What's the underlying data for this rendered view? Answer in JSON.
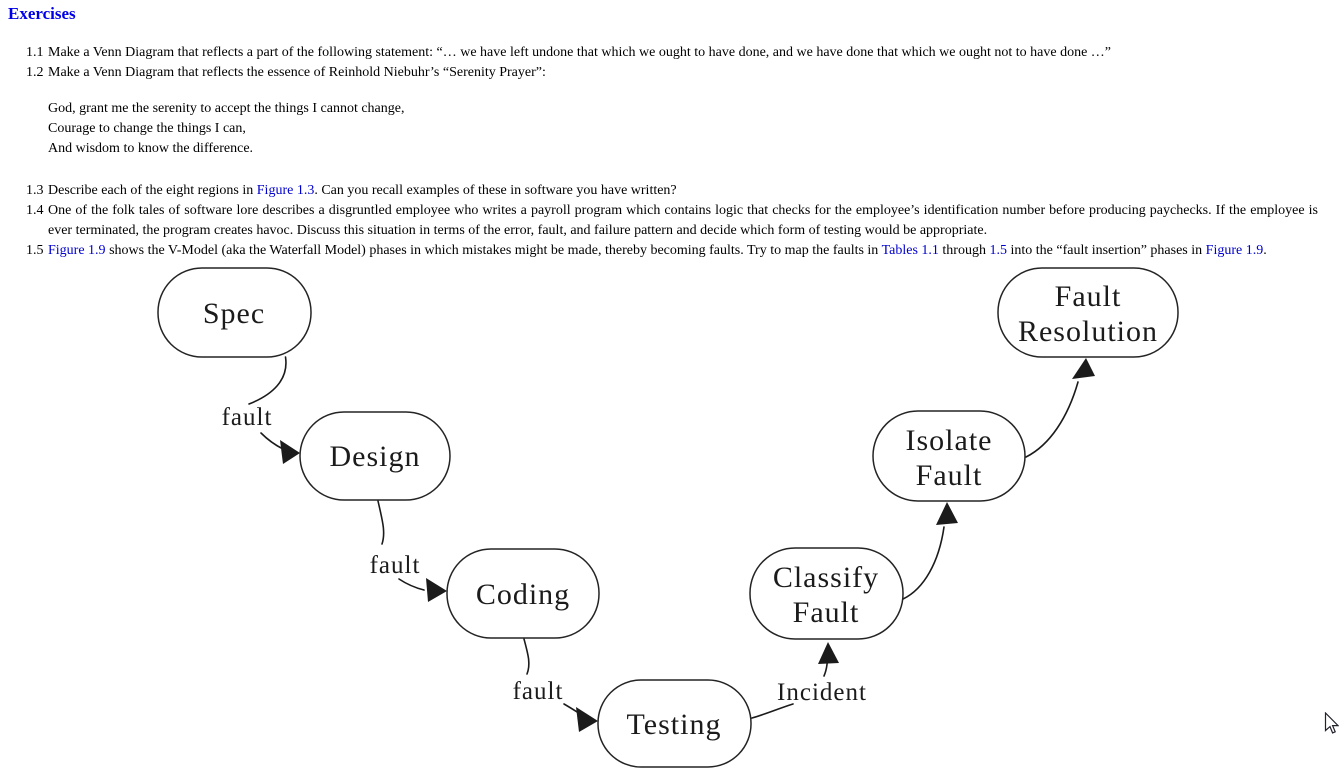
{
  "heading": {
    "text": "Exercises"
  },
  "exercises": {
    "e11": {
      "num": "1.1",
      "text": "Make a Venn Diagram that reflects a part of the following statement: “… we have left undone that which we ought to have done, and we have done that which we ought not to have done …”"
    },
    "e12": {
      "num": "1.2",
      "text": "Make a Venn Diagram that reflects the essence of Reinhold Niebuhr’s “Serenity Prayer”:"
    },
    "prayer": {
      "line1": "God, grant me the serenity to accept the things I cannot change,",
      "line2": "Courage to change the things I can,",
      "line3": "And wisdom to know the difference."
    },
    "e13": {
      "num": "1.3",
      "s1": "Describe each of the eight regions in ",
      "link1": "Figure 1.3",
      "s2": ". Can you recall examples of these in software you have written?"
    },
    "e14": {
      "num": "1.4",
      "text": "One of the folk tales of software lore describes a disgruntled employee who writes a payroll program which contains logic that checks for the employee’s identification number before producing paychecks. If the employee is ever terminated, the program creates havoc. Discuss this situation in terms of the error, fault, and failure pattern and decide which form of testing would be appropriate."
    },
    "e15": {
      "num": "1.5",
      "link1": "Figure 1.9",
      "s1": " shows the V-Model (aka the Waterfall Model) phases in which mistakes might be made, thereby becoming faults. Try to map the faults in ",
      "link2": "Tables 1.1",
      "s2": " through ",
      "link3": "1.5",
      "s3": " into the “fault insertion” phases in ",
      "link4": "Figure 1.9",
      "s4": "."
    }
  },
  "diagram": {
    "nodes": {
      "spec": {
        "label": "Spec"
      },
      "design": {
        "label": "Design"
      },
      "coding": {
        "label": "Coding"
      },
      "testing": {
        "label": "Testing"
      },
      "classify": {
        "line1": "Classify",
        "line2": "Fault"
      },
      "isolate": {
        "line1": "Isolate",
        "line2": "Fault"
      },
      "resolution": {
        "line1": "Fault",
        "line2": "Resolution"
      }
    },
    "edge_labels": {
      "fault1": "fault",
      "fault2": "fault",
      "fault3": "fault",
      "incident": "Incident"
    }
  },
  "colors": {
    "heading": "#0000e8",
    "link": "#0000cc",
    "ink": "#1b1b1b"
  }
}
